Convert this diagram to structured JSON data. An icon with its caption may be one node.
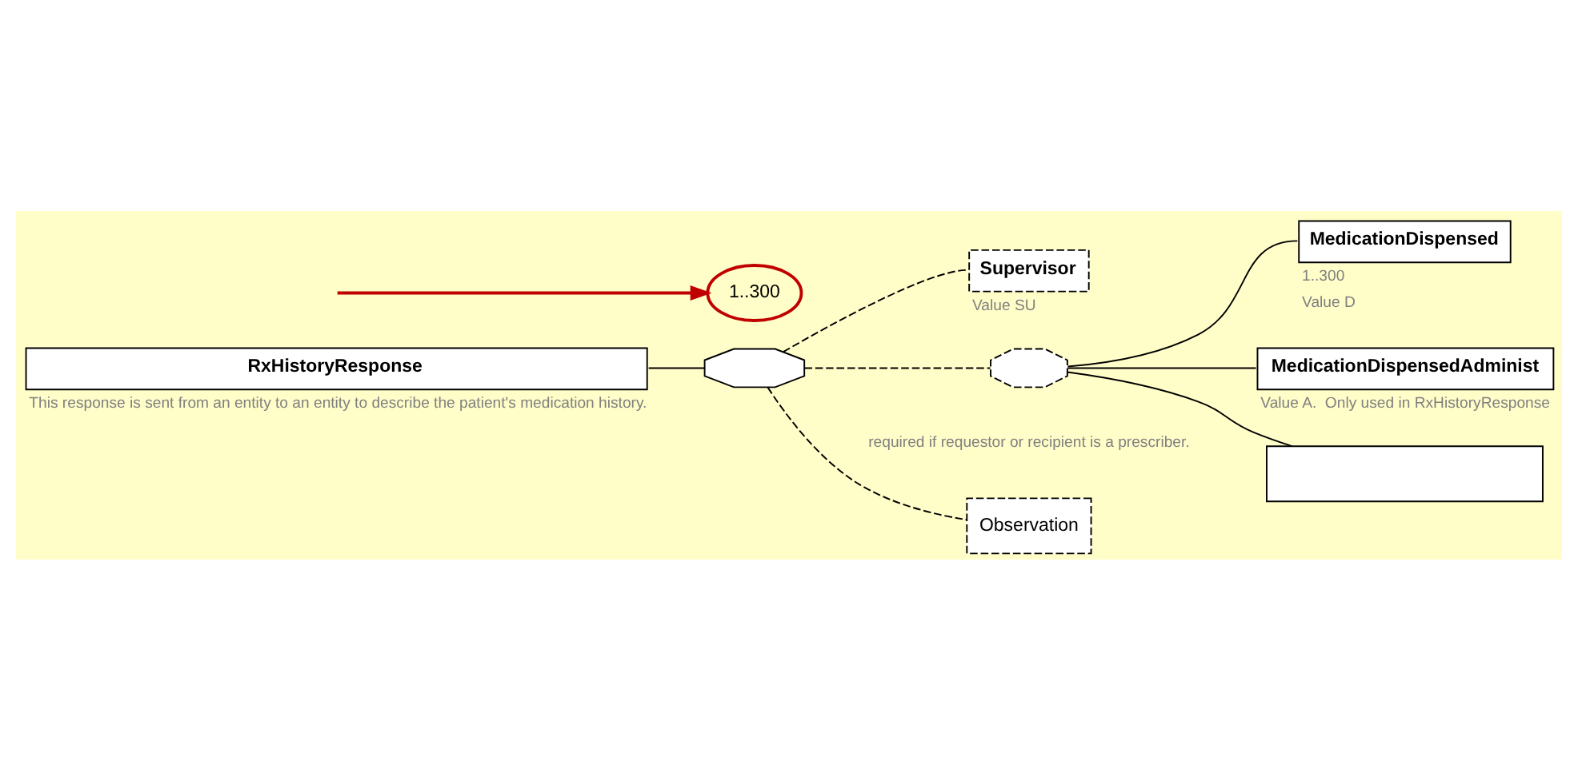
{
  "diagram": {
    "nodes": [
      {
        "text": [
          "RxHistoryResponse"
        ],
        "beside": [
          "This response is sent from an entity to an entity to describe the patient's medication history."
        ]
      },
      {
        "text": [],
        "shape": "octagon"
      },
      {
        "text": [
          "Observation"
        ]
      },
      {
        "text": [
          "Supervisor"
        ],
        "beside": [
          "Value SU"
        ]
      },
      {
        "text": [],
        "shape": "octagon"
      },
      {
        "text": [
          "MedicationDispensed"
        ],
        "beside": [
          "1..300",
          "Value D"
        ]
      },
      {
        "text": [
          "MedicationDispensedAdminist"
        ],
        "beside": [
          "Value A.  Only used in RxHistoryResponse"
        ]
      },
      {
        "text": [],
        "shape": "box"
      },
      {
        "text": [
          "1..300"
        ]
      }
    ],
    "edges": [
      {
        "from": 0,
        "to": 1,
        "arrow": "none"
      },
      {
        "from": 1,
        "to": 2,
        "arrow": "none",
        "style": "dashed"
      },
      {
        "from": 1,
        "to": 3,
        "arrow": "none",
        "style": "dashed"
      },
      {
        "from": 1,
        "to": 4,
        "arrow": "none",
        "style": "dashed"
      },
      {
        "from": 4,
        "to": 5,
        "arrow": "none"
      },
      {
        "from": 4,
        "to": 6,
        "arrow": "none"
      },
      {
        "from": 4,
        "to": 7,
        "arrow": "none"
      },
      {
        "from": null,
        "to": 8,
        "arrow": "to",
        "color": "#c00000"
      }
    ],
    "labels": [
      "required if requestor or recipient is a prescriber."
    ]
  }
}
